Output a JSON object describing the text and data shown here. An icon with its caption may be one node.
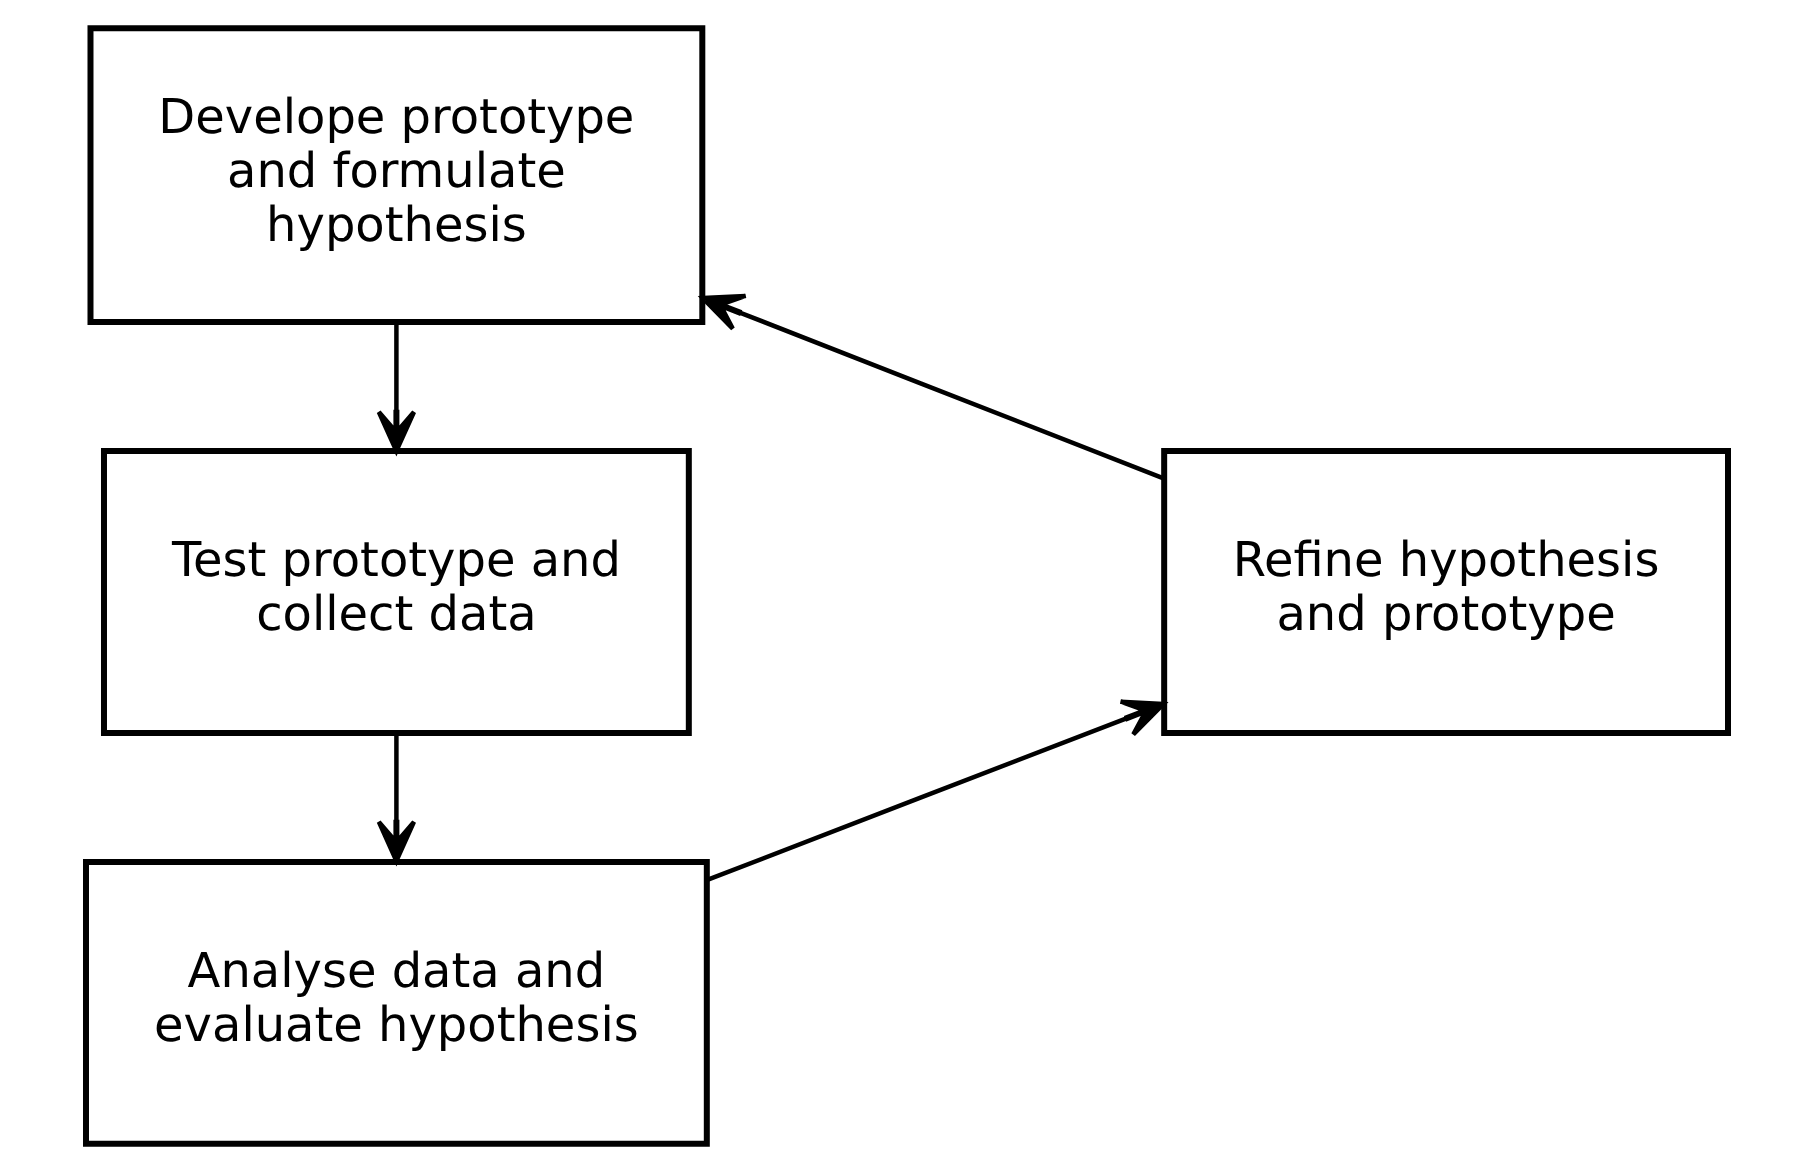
{
  "diagram": {
    "nodes": [
      {
        "text": [
          "Develope prototype and formulate hypothesis"
        ]
      },
      {
        "text": [
          "Test prototype and collect data"
        ]
      },
      {
        "text": [
          "Analyse data and evaluate hypothesis"
        ]
      },
      {
        "text": [
          "Refine hypothesis and prototype"
        ]
      }
    ],
    "edges": [
      {
        "from": 0,
        "to": 1,
        "arrow": "to"
      },
      {
        "from": 1,
        "to": 2,
        "arrow": "to"
      },
      {
        "from": 2,
        "to": 3,
        "arrow": "to"
      },
      {
        "from": 3,
        "to": 0,
        "arrow": "to"
      }
    ]
  }
}
